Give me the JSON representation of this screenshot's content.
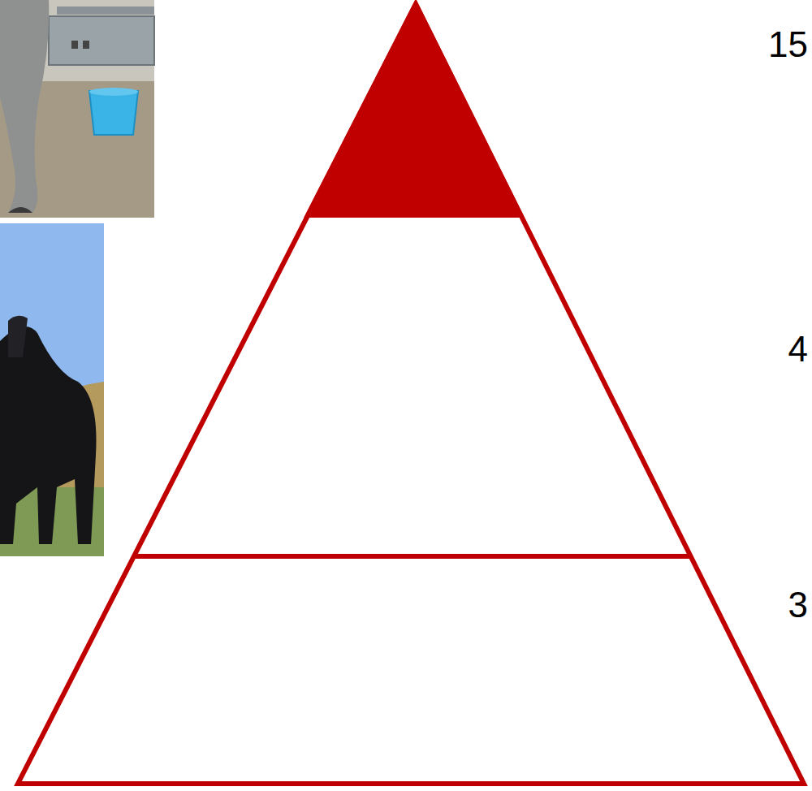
{
  "diagram": {
    "labels": [
      "15",
      "4",
      "3"
    ]
  }
}
